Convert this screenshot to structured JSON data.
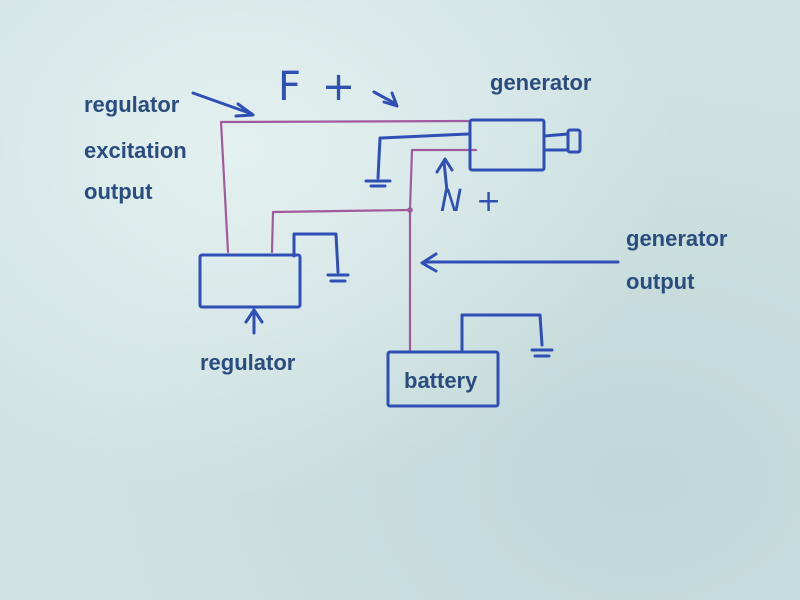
{
  "labels": {
    "regulator_excitation_output": [
      "regulator",
      "excitation",
      "output"
    ],
    "generator": "generator",
    "generator_output": [
      "generator",
      "output"
    ],
    "regulator": "regulator",
    "battery": "battery",
    "f_plus": "F +",
    "n_plus": "N +"
  },
  "colors": {
    "wire": "#a25a9e",
    "ink": "#2f4fb6",
    "label_text": "#2a4c7e",
    "paper": "#cfe2e2"
  }
}
